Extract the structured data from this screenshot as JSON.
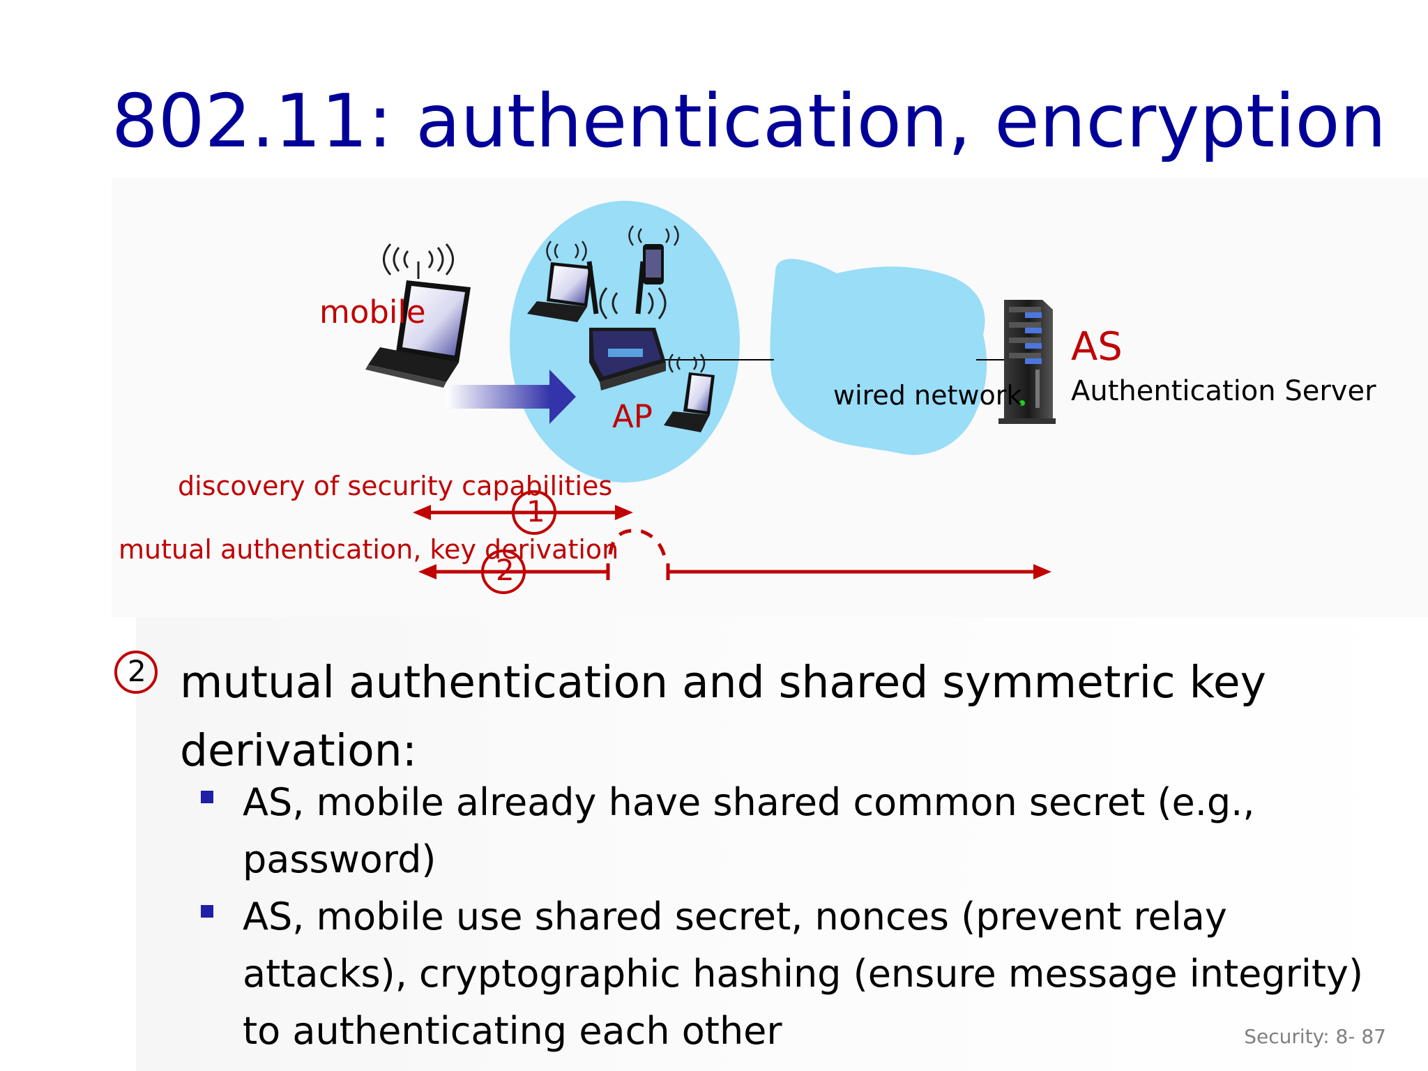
{
  "slide": {
    "title": "802.11: authentication, encryption",
    "footer": "Security: 8- 87"
  },
  "diagram": {
    "mobile_label": "mobile",
    "ap_label": "AP",
    "as_label": "AS",
    "as_full_label": "Authentication Server",
    "wired_network_label": "wired network",
    "step1_label": "discovery of security capabilities",
    "step1_number": "1",
    "step2_label": "mutual authentication, key derivation",
    "step2_number": "2",
    "colors": {
      "cell": "#99ddf7",
      "cloud": "#99ddf7",
      "arrows": "#c00000",
      "title": "#000099"
    }
  },
  "body": {
    "main_number": "2",
    "main_text": "mutual authentication and shared symmetric key derivation:",
    "bullets": [
      "AS, mobile already have shared common secret (e.g., password)",
      "AS, mobile use shared secret, nonces (prevent relay attacks), cryptographic hashing (ensure message integrity) to authenticating each other"
    ]
  }
}
